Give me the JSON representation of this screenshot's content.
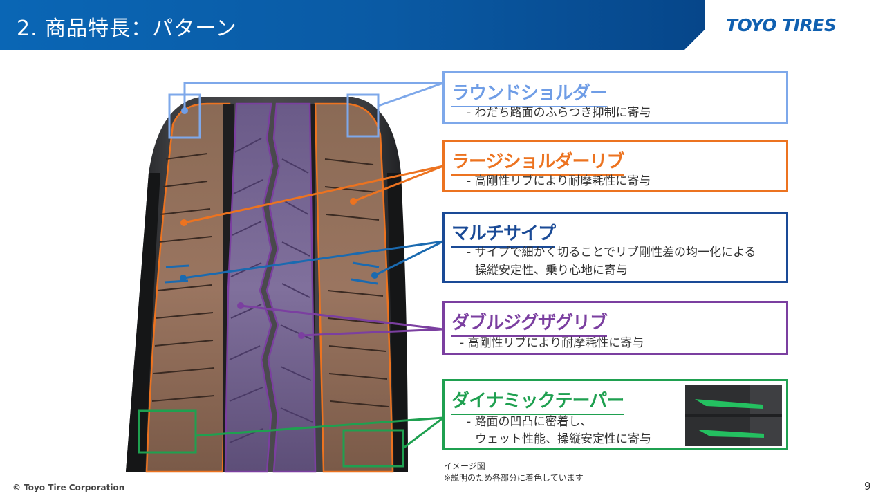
{
  "header": {
    "title": "2. 商品特長：パターン"
  },
  "logo": {
    "text": "TOYO TIRES"
  },
  "features": [
    {
      "title": "ラウンドショルダー",
      "desc": [
        "- わだち路面のふらつき抑制に寄与"
      ],
      "color": "#6f9de6"
    },
    {
      "title": "ラージショルダーリブ",
      "desc": [
        "- 高剛性リブにより耐摩耗性に寄与"
      ],
      "color": "#ec7320"
    },
    {
      "title": "マルチサイプ",
      "desc": [
        "- サイプで細かく切ることでリブ剛性差の均一化による",
        "操縦安定性、乗り心地に寄与"
      ],
      "color": "#1a4a96"
    },
    {
      "title": "ダブルジグザグリブ",
      "desc": [
        "- 高剛性リブにより耐摩耗性に寄与"
      ],
      "color": "#7b3fa0"
    },
    {
      "title": "ダイナミックテーパー",
      "desc": [
        "- 路面の凹凸に密着し、",
        "ウェット性能、操縦安定性に寄与"
      ],
      "color": "#1fa050"
    }
  ],
  "note": {
    "line1": "イメージ図",
    "line2": "※説明のため各部分に着色しています"
  },
  "footer": {
    "copyright": "© Toyo Tire Corporation",
    "page": "9"
  }
}
